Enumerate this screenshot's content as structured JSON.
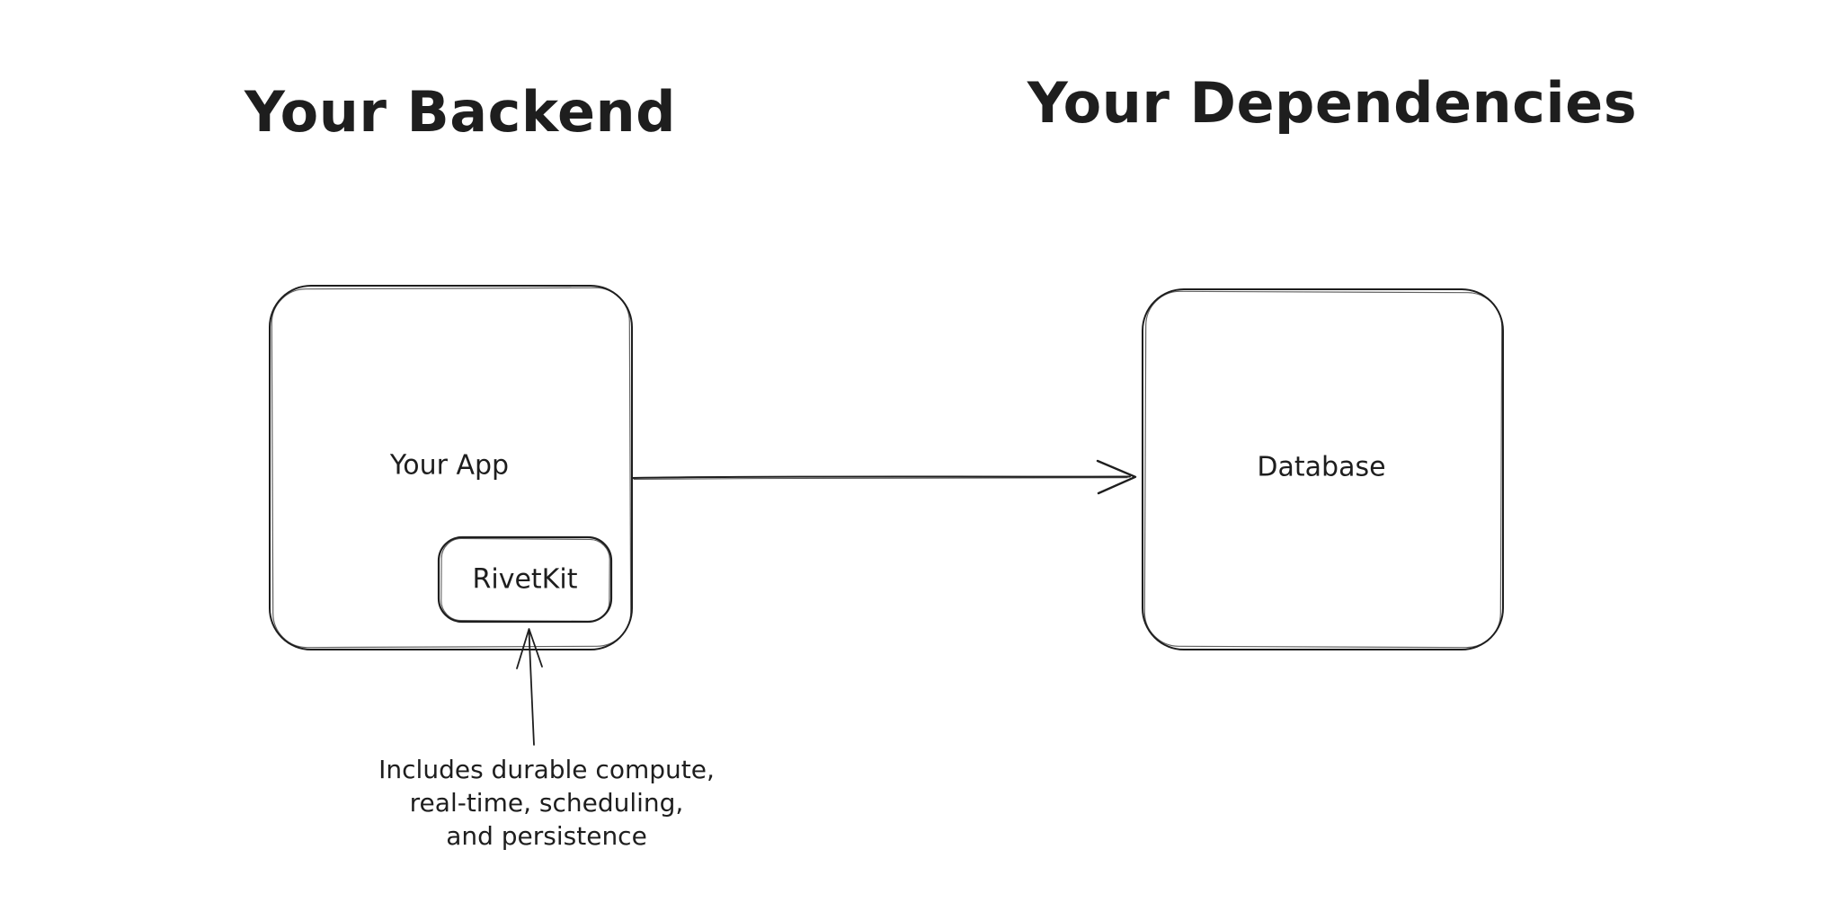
{
  "canvas": {
    "background": "#ffffff",
    "stroke_color": "#1e1e1e",
    "text_color": "#1e1e1e",
    "style": "hand-drawn-sketch"
  },
  "titles": {
    "backend": "Your Backend",
    "dependencies": "Your Dependencies"
  },
  "nodes": {
    "your_app": {
      "label": "Your App"
    },
    "rivetkit": {
      "label": "RivetKit"
    },
    "database": {
      "label": "Database"
    }
  },
  "annotation": {
    "text": "Includes durable compute,\nreal-time, scheduling,\nand persistence"
  },
  "connections": [
    {
      "from": "Your App",
      "to": "Database",
      "style": "arrow-right"
    },
    {
      "from": "annotation",
      "to": "RivetKit",
      "style": "arrow-up"
    }
  ]
}
